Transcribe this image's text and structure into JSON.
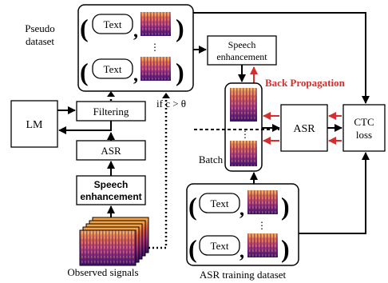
{
  "labels": {
    "pseudo_dataset_line1": "Pseudo",
    "pseudo_dataset_line2": "dataset",
    "text": "Text",
    "comma": ",",
    "speech_enhancement_line1": "Speech",
    "speech_enhancement_line2": "enhancement",
    "back_propagation": "Back Propagation",
    "lm": "LM",
    "filtering": "Filtering",
    "condition": "if c > θ",
    "asr": "ASR",
    "ctc_line1": "CTC",
    "ctc_line2": "loss",
    "batch": "Batch",
    "observed_signals": "Observed signals",
    "asr_training_dataset": "ASR training dataset"
  },
  "colors": {
    "accent_red": "#d32f2f",
    "line": "#000000",
    "spectrogram_dark": "#3b0f70",
    "spectrogram_mid": "#b73779",
    "spectrogram_bright": "#fcb045"
  }
}
